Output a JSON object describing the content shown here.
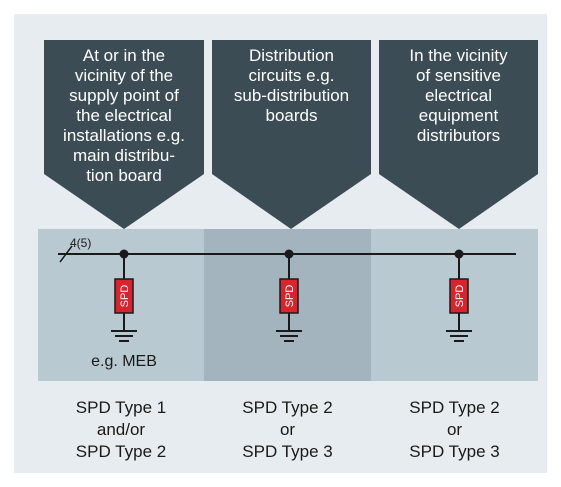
{
  "colors": {
    "frame_background": "#e6ecef",
    "callout": "#3b4c55",
    "zone_light": "#b9c9d2",
    "zone_dark": "#a4b4be",
    "spd_fill": "#d9232d",
    "wire": "#1a1a1a"
  },
  "zones": [
    {
      "callout": "At or in the\nvicinity of the\nsupply point of\nthe electrical\ninstallations e.g.\nmain distribu-\ntion board",
      "device_label": "SPD",
      "type_label": "SPD Type 1\nand/or\nSPD Type 2"
    },
    {
      "callout": "Distribution\ncircuits e.g.\nsub-distribution\nboards",
      "device_label": "SPD",
      "type_label": "SPD Type 2\nor\nSPD Type 3"
    },
    {
      "callout": "In the vicinity\nof sensitive\nelectrical\nequipment\ndistributors",
      "device_label": "SPD",
      "type_label": "SPD Type 2\nor\nSPD Type 3"
    }
  ],
  "wire_label": "4(5)",
  "earthing_label": "e.g. MEB"
}
